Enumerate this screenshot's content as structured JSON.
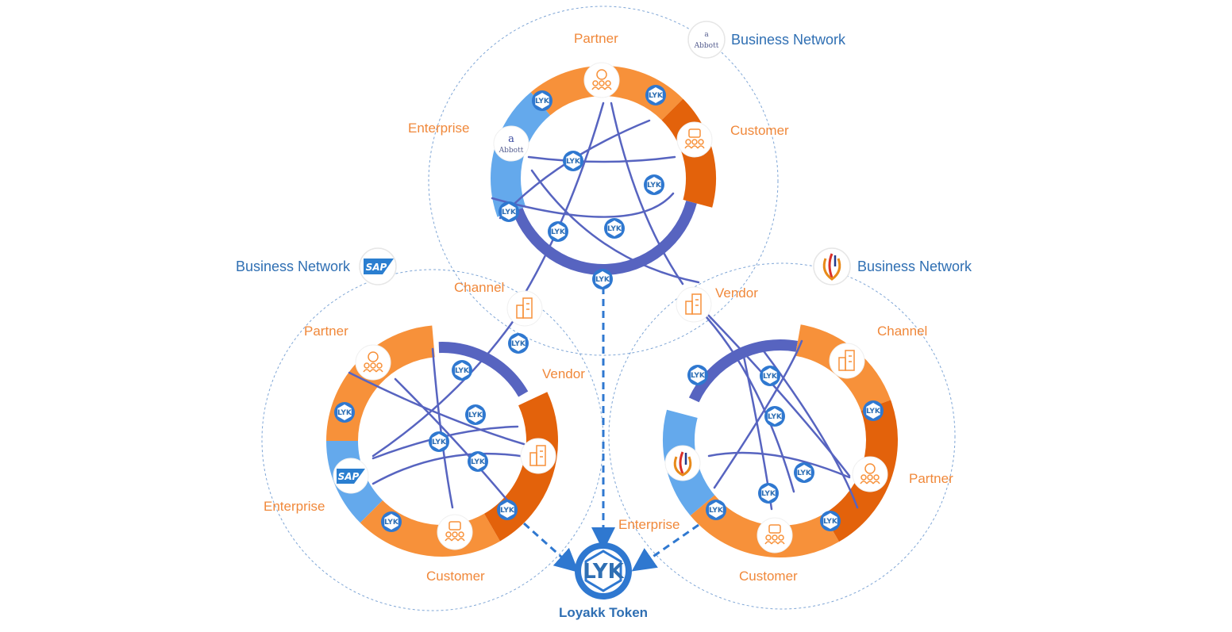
{
  "token": {
    "symbol": "LYK",
    "label": "Loyakk Token"
  },
  "node_badge_text": "LYK",
  "networks": [
    {
      "title": "Business Network",
      "logo": "abbott-logo",
      "logo_text": "Abbott",
      "segments": [
        "Partner",
        "Customer",
        "Enterprise",
        "Channel",
        "Vendor"
      ]
    },
    {
      "title": "Business Network",
      "logo": "sap-logo",
      "logo_text": "SAP",
      "segments": [
        "Partner",
        "Vendor",
        "Enterprise",
        "Customer"
      ]
    },
    {
      "title": "Business Network",
      "logo": "flame-logo",
      "logo_text": "",
      "segments": [
        "Channel",
        "Partner",
        "Enterprise",
        "Customer"
      ]
    }
  ],
  "colors": {
    "orange_light": "#f7913a",
    "orange_dark": "#e3620b",
    "blue_segment": "#64a9ec",
    "ring_navy": "#5764c0",
    "lyk_blue": "#2f78d0",
    "label_orange": "#f0883a",
    "label_blue": "#2f6fb3"
  }
}
